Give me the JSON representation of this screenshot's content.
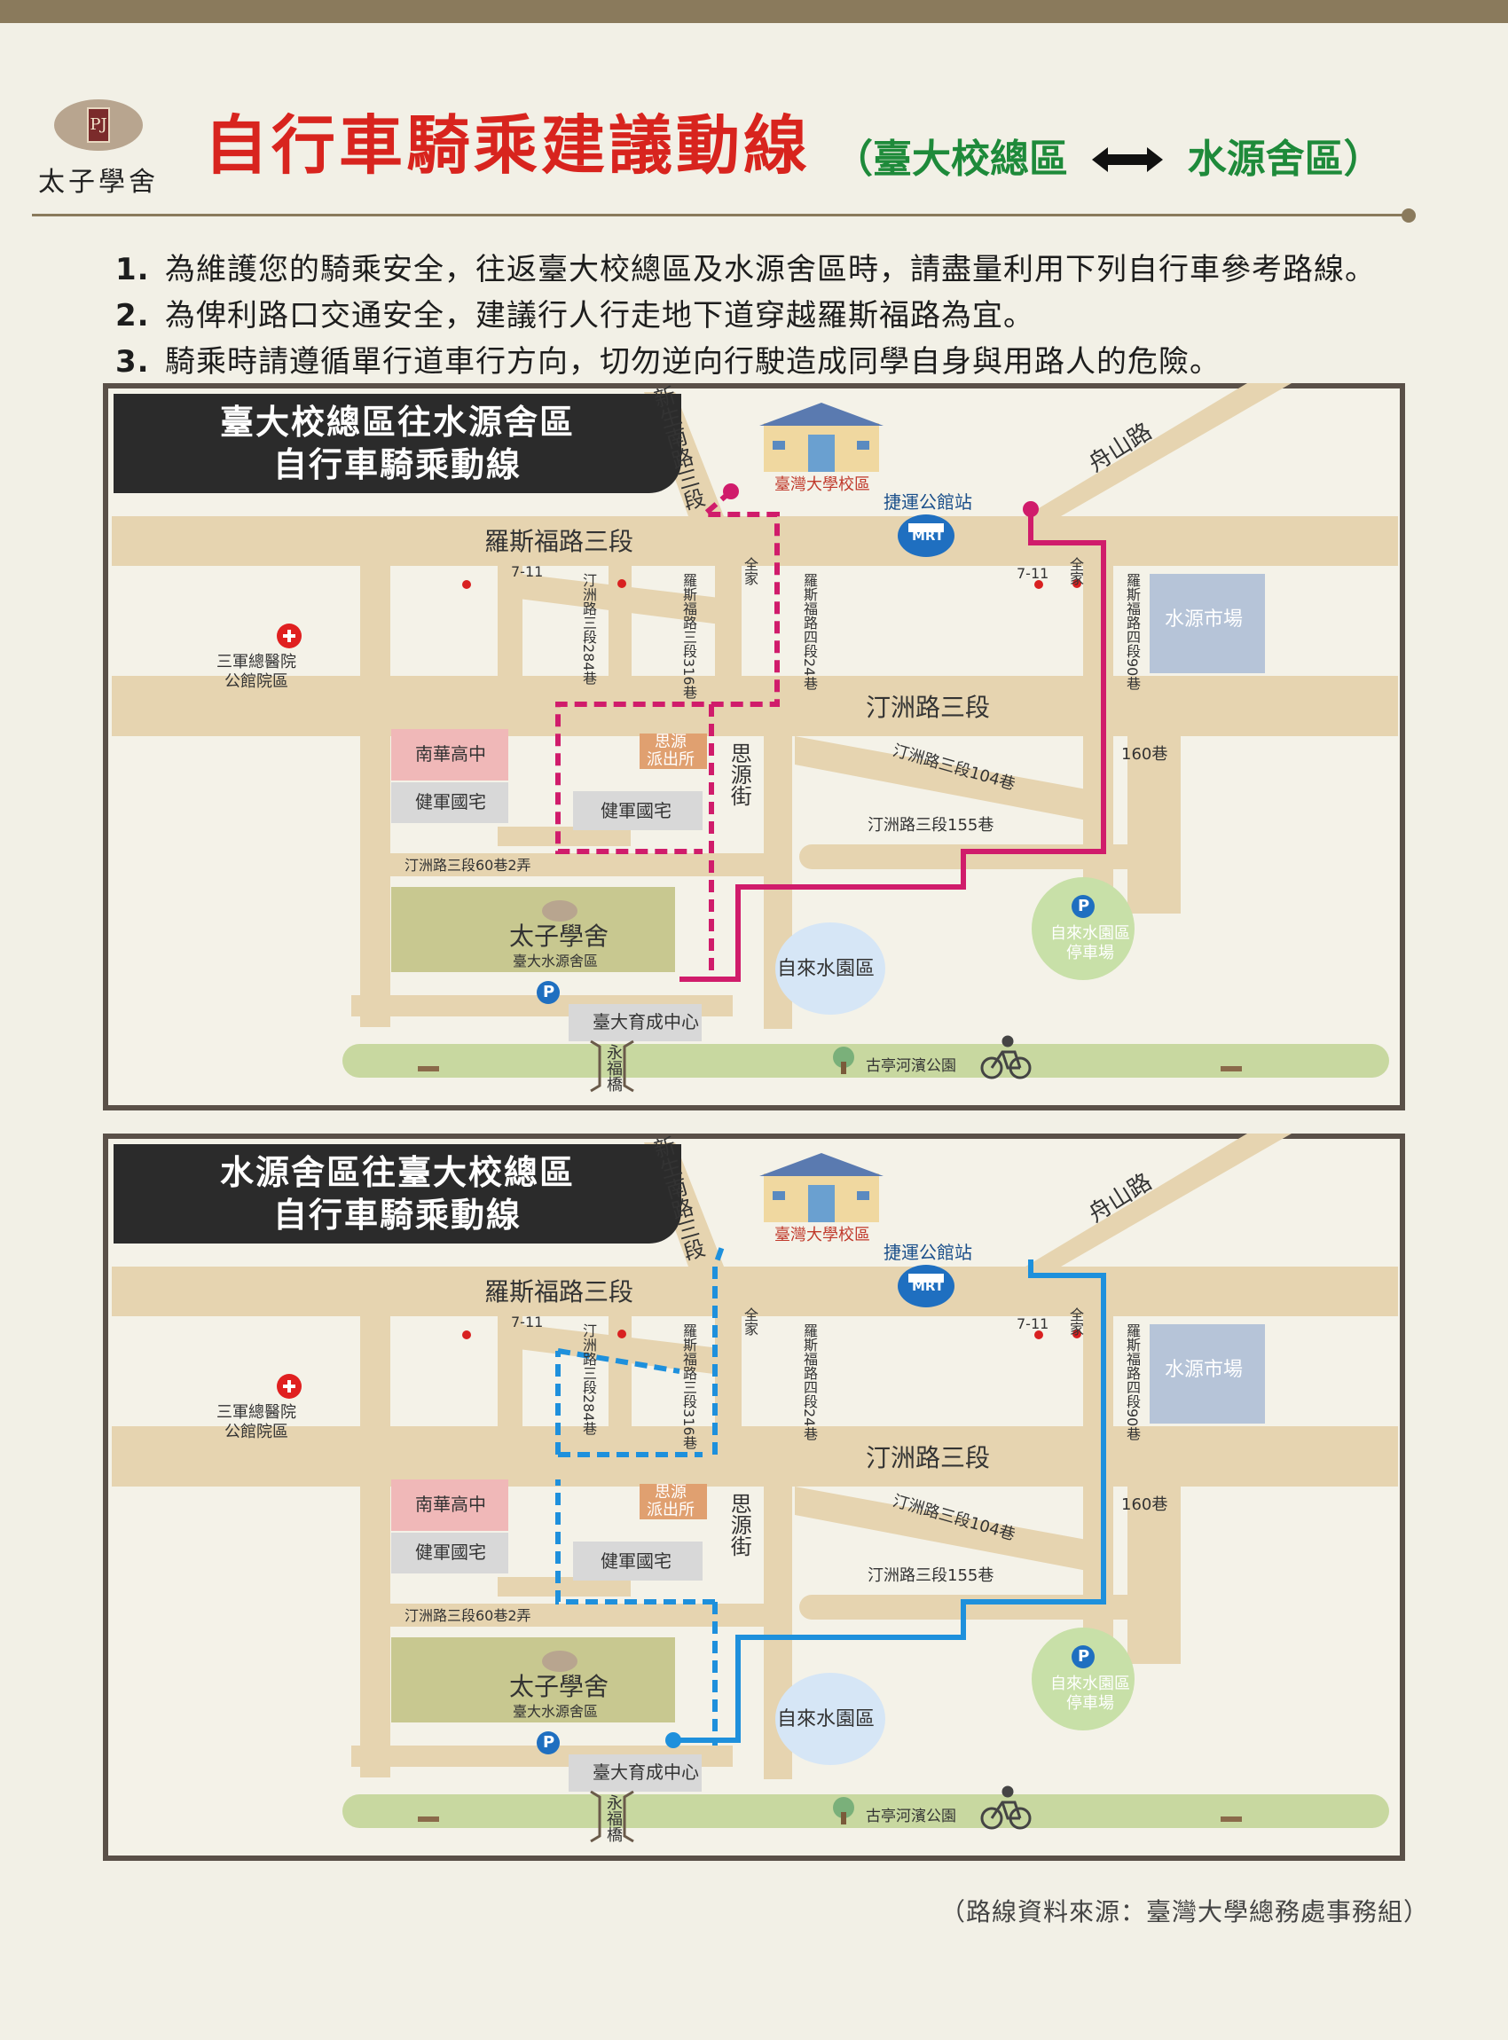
{
  "header": {
    "logo_text": "太子學舍",
    "logo_mark": "PJ",
    "title": "自行車騎乘建議動線",
    "subtitle_left": "（臺大校總區",
    "subtitle_right": "水源舍區）"
  },
  "notes": [
    {
      "num": "1.",
      "text": "為維護您的騎乘安全，往返臺大校總區及水源舍區時，請盡量利用下列自行車參考路線。"
    },
    {
      "num": "2.",
      "text": "為俾利路口交通安全，建議行人行走地下道穿越羅斯福路為宜。"
    },
    {
      "num": "3.",
      "text": "騎乘時請遵循單行道車行方向，切勿逆向行駛造成同學自身與用路人的危險。"
    }
  ],
  "map_labels": {
    "xinsheng_rd": "新生南路三段",
    "ntu_campus": "臺灣大學校區",
    "mrt": "MRT",
    "mrt_station": "捷運公館站",
    "zhoushan_rd": "舟山路",
    "roosevelt_rd": "羅斯福路三段",
    "tingzhou_284": "汀洲路三段284巷",
    "roosevelt_316": "羅斯福路三段316巷",
    "roosevelt4_24": "羅斯福路四段24巷",
    "roosevelt4_90": "羅斯福路四段90巷",
    "shuiyuan_market": "水源市場",
    "seven_eleven": "7-11",
    "familymart": "全家",
    "tingzhou_rd": "汀洲路三段",
    "tingzhou_104": "汀洲路三段104巷",
    "lane_160": "160巷",
    "tingzhou_155": "汀洲路三段155巷",
    "hospital": "三軍總醫院\n公館院區",
    "nanhua_hs": "南華高中",
    "military_housing": "健軍國宅",
    "police_station": "思源\n派出所",
    "siyuan_st": "思源街",
    "lane_60_2": "汀洲路三段60巷2弄",
    "dorm_name": "太子學舍",
    "dorm_sub": "臺大水源舍區",
    "parking_icon": "P",
    "water_park": "自來水園區",
    "water_park_parking": "自來水園區\n停車場",
    "ntu_center": "臺大育成中心",
    "yongfu_bridge": "永福橋",
    "guting_park": "古亭河濱公園"
  },
  "panels": [
    {
      "label_line1": "臺大校總區往水源舍區",
      "label_line2": "自行車騎乘動線",
      "route_color": "#d01c6b",
      "direction": "campus-to-dorm"
    },
    {
      "label_line1": "水源舍區往臺大校總區",
      "label_line2": "自行車騎乘動線",
      "route_color": "#1e90dc",
      "direction": "dorm-to-campus"
    }
  ],
  "source_note": "（路線資料來源：臺灣大學總務處事務組）"
}
